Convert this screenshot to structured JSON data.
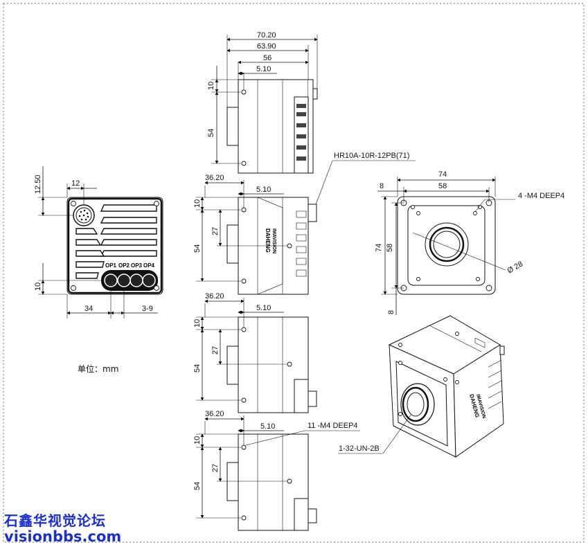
{
  "top_view": {
    "dims": {
      "w1": "70.20",
      "w2": "63.90",
      "w3": "56",
      "w4": "5.10",
      "h1": "10",
      "h2": "54"
    }
  },
  "connector_label": "HR10A-10R-12PB(71)",
  "side_view_a": {
    "dims": {
      "a": "36.20",
      "b": "5.10",
      "c": "10",
      "d": "27",
      "e": "54"
    }
  },
  "side_view_b": {
    "dims": {
      "a": "36.20",
      "b": "5.10",
      "c": "10",
      "d": "27",
      "e": "54"
    }
  },
  "side_view_c": {
    "dims": {
      "a": "36.20",
      "b": "5.10",
      "c": "10",
      "d": "27",
      "e": "54"
    },
    "hole_label": "11 -M4 DEEP4"
  },
  "rear_view": {
    "dims": {
      "top_offset": "12.50",
      "conn_x": "12",
      "bottom": "10",
      "left_w": "34",
      "right_w": "3-9"
    },
    "ports": [
      "OP1",
      "OP2",
      "OP3",
      "OP4"
    ]
  },
  "front_view": {
    "dims": {
      "w_total": "74",
      "w_inner": "58",
      "offset": "8",
      "h_total": "74",
      "h_inner": "58",
      "offset_b": "8",
      "dia": "Ø 28"
    },
    "hole_label": "4 -M4 DEEP4"
  },
  "iso_view": {
    "mount_label": "1-32-UN-2B",
    "brand_top": "DAHENG",
    "brand_bottom": "IMAVISION"
  },
  "unit_label": "单位：mm",
  "watermark": {
    "line1": "石鑫华视觉论坛",
    "line2": "visionbbs.com"
  }
}
